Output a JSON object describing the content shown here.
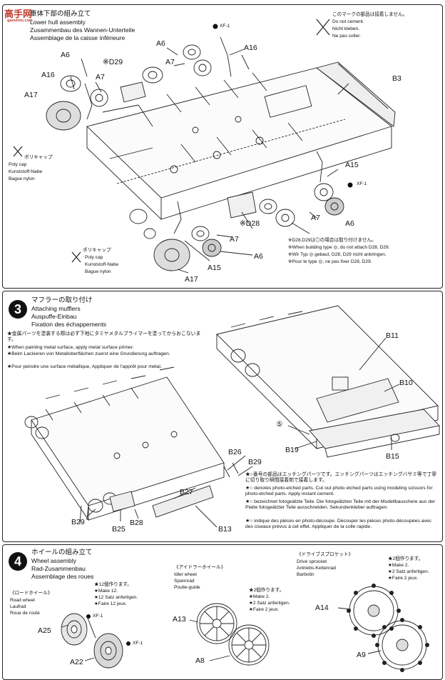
{
  "watermark": {
    "brand": "高手网",
    "url": "gaoshou.com"
  },
  "step2": {
    "title_ja": "車体下部の組み立て",
    "title_en": "Lower hull assembly",
    "title_de": "Zusammenbau des Wannen-Unterteile",
    "title_fr": "Assemblage de la caisse inférieure",
    "xf1_label": "XF-1",
    "no_cement": {
      "ja": "このマークの部品は接着しません。",
      "en": "Do not cement.",
      "de": "Nicht kleben.",
      "fr": "Ne pas coller."
    },
    "polycap_top": {
      "ja": "ポリキャップ",
      "en": "Poly cap",
      "de": "Kunststoff-Nabe",
      "fr": "Bague nylon"
    },
    "polycap_bottom": {
      "ja": "ポリキャップ",
      "en": "Poly cap",
      "de": "Kunststoff-Nabe",
      "fr": "Bague nylon"
    },
    "d28_note": [
      "※D28,D29は◎の場合は取り付けません。",
      "※When building type ◎, do not attach D28, D29.",
      "※Wir Typ ◎ gebaut, D28, D29 nicht anbringen.",
      "※Pour le type ◎, ne pas fixer D28, D29."
    ],
    "labels": [
      "A6",
      "A16",
      "A7",
      "※D29",
      "A17",
      "A6",
      "A7",
      "A16",
      "B3",
      "A15",
      "A7",
      "A6",
      "※D28",
      "A7",
      "A6",
      "A15",
      "A17"
    ],
    "xf1_label2": "XF-1"
  },
  "step3": {
    "number": "3",
    "title_ja": "マフラーの取り付け",
    "title_en": "Attaching mufflers",
    "title_de": "Auspuffe-Einbau",
    "title_fr": "Fixation des échappements",
    "paint_note": [
      "★金属パーツを塗装する際は必ず下地にタミヤメタルプライマーを塗ってからおこないます。",
      "★When painting metal surface, apply metal surface primer.",
      "★Beim Lackieren von Metalloberflächen zuerst eine Grundierung auftragen.",
      "★Pour peindre une surface métallique, Appliquer de l'apprêt pour métal."
    ],
    "pe_note": [
      "★○番号の部品はエッチングパーツです。エッチングパーツはエッチングバサミ等で丁寧に切り取り瞬間接着剤で接着します。",
      "★○ denotes photo-etched parts. Cut out photo etched parts using modeling scissors for photo-etched parts. Apply instant cement.",
      "★○ bezeichnet fotogeätzte Teile. Die fotogeätzten Teile mit der Modellbauschere aus der Platte fotogeätzter Teile ausschneiden. Sekundenkleber auftragen.",
      "★○ indique des pièces en photo-découpe. Découper les pièces photo-découpées avec des ciseaux prévus à cet effet. Appliquer de la colle rapide."
    ],
    "labels": [
      "B11",
      "B10",
      "⑤",
      "B19",
      "B15",
      "B26",
      "B29",
      "B27",
      "B29",
      "B25",
      "B28",
      "B13"
    ]
  },
  "step4": {
    "number": "4",
    "title_ja": "ホイールの組み立て",
    "title_en": "Wheel assembly",
    "title_de": "Rad-Zusammenbau",
    "title_fr": "Assemblage des roues",
    "road_wheel": {
      "ja": "《ロードホイール》",
      "en": "Road wheel",
      "de": "Laufrad",
      "fr": "Roue de route",
      "make": [
        "★12個作ります。",
        "★Make 12.",
        "★12 Satz anfertigen.",
        "★Faire 12 jeux."
      ],
      "labels": [
        "A25",
        "A22"
      ],
      "xf1": "XF-1",
      "xf1b": "XF-1"
    },
    "idler_wheel": {
      "ja": "《アイドラーホイール》",
      "en": "Idler wheel",
      "de": "Spannrad",
      "fr": "Poulie-guide",
      "make": [
        "★2個作ります。",
        "★Make 2.",
        "★2 Satz anfertigen.",
        "★Faire 2 jeux."
      ],
      "labels": [
        "A13",
        "A8"
      ]
    },
    "drive_sprocket": {
      "ja": "《ドライブスプロケット》",
      "en": "Drive sprocket",
      "de": "Antriebs-Kettenrad",
      "fr": "Barbotin",
      "make": [
        "★2個作ります。",
        "★Make 2.",
        "★2 Satz anfertigen.",
        "★Faire 2 jeux."
      ],
      "labels": [
        "A14",
        "A9"
      ]
    }
  }
}
